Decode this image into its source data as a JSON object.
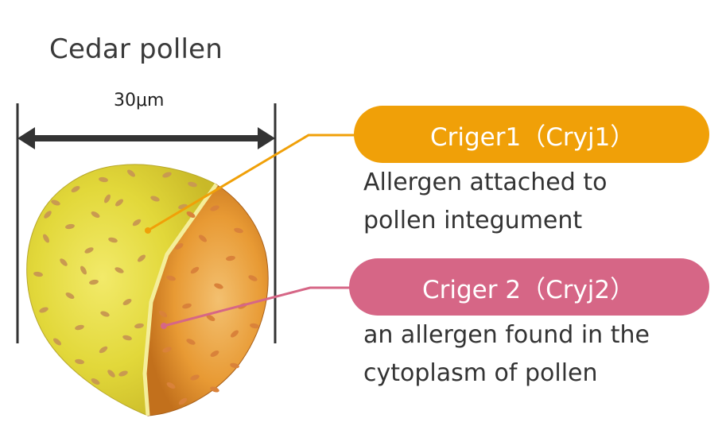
{
  "title": "Cedar pollen",
  "scale": {
    "label": "30μm"
  },
  "allergens": [
    {
      "name": "Criger1（Cryj1）",
      "color": "#f0a008",
      "description_lines": [
        "Allergen attached to",
        "pollen integument"
      ]
    },
    {
      "name": "Criger 2（Cryj2）",
      "color": "#d66686",
      "description_lines": [
        "an allergen found in the",
        "cytoplasm of pollen"
      ]
    }
  ],
  "colors": {
    "pollen_outer": "#e6da3c",
    "pollen_inner": "#e89a34",
    "granules": "#c99a50",
    "scale_bar": "#333333"
  }
}
